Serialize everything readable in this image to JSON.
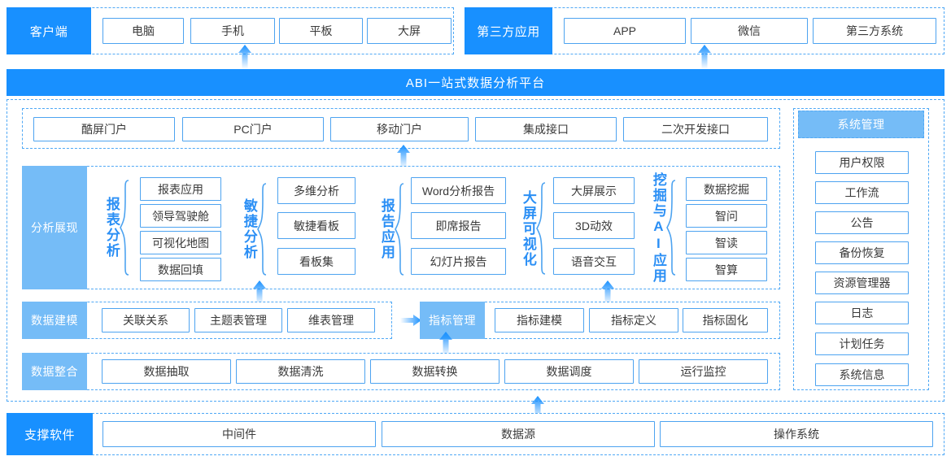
{
  "platform": {
    "title": "ABI一站式数据分析平台"
  },
  "client_row": {
    "label": "客户端",
    "items": [
      "电脑",
      "手机",
      "平板",
      "大屏"
    ]
  },
  "third_party_row": {
    "label": "第三方应用",
    "items": [
      "APP",
      "微信",
      "第三方系统"
    ]
  },
  "portal_row": {
    "items": [
      "酷屏门户",
      "PC门户",
      "移动门户",
      "集成接口",
      "二次开发接口"
    ]
  },
  "analysis": {
    "label": "分析展现",
    "groups": [
      {
        "name": "报表分析",
        "items": [
          "报表应用",
          "领导驾驶舱",
          "可视化地图",
          "数据回填"
        ]
      },
      {
        "name": "敏捷分析",
        "items": [
          "多维分析",
          "敏捷看板",
          "看板集"
        ]
      },
      {
        "name": "报告应用",
        "items": [
          "Word分析报告",
          "即席报告",
          "幻灯片报告"
        ]
      },
      {
        "name": "大屏可视化",
        "items": [
          "大屏展示",
          "3D动效",
          "语音交互"
        ]
      },
      {
        "name": "挖掘与AI应用",
        "items": [
          "数据挖掘",
          "智问",
          "智读",
          "智算"
        ]
      }
    ]
  },
  "modeling_row": {
    "label": "数据建模",
    "items": [
      "关联关系",
      "主题表管理",
      "维表管理"
    ],
    "metric_label": "指标管理",
    "metric_items": [
      "指标建模",
      "指标定义",
      "指标固化"
    ]
  },
  "integration_row": {
    "label": "数据整合",
    "items": [
      "数据抽取",
      "数据清洗",
      "数据转换",
      "数据调度",
      "运行监控"
    ]
  },
  "system_panel": {
    "label": "系统管理",
    "items": [
      "用户权限",
      "工作流",
      "公告",
      "备份恢复",
      "资源管理器",
      "日志",
      "计划任务",
      "系统信息"
    ]
  },
  "support_row": {
    "label": "支撑软件",
    "items": [
      "中间件",
      "数据源",
      "操作系统"
    ]
  },
  "colors": {
    "primary_blue": "#1890FF",
    "light_blue": "#75BCF7",
    "border_blue": "#4DA3F0",
    "dash_blue": "#4FA8F5",
    "label_blue": "#2B8FF5"
  }
}
